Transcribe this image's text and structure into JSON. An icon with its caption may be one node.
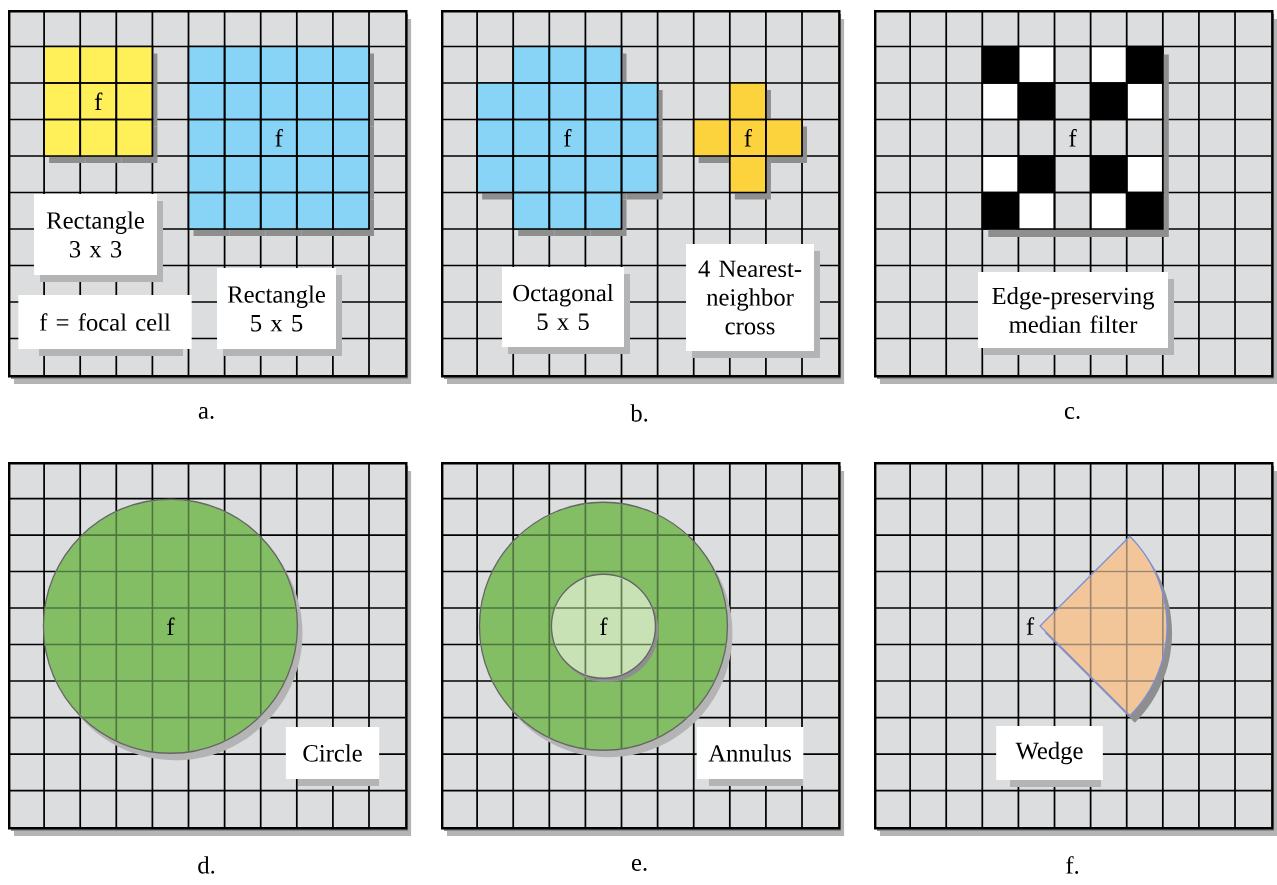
{
  "diagram": {
    "nodes": [
      {
        "text": [],
        "shape": "grid",
        "beside": [
          "a."
        ]
      },
      {
        "text": [
          "f"
        ],
        "in": 0
      },
      {
        "text": [
          "f"
        ],
        "in": 0
      },
      {
        "text": [
          "Rectangle 3 x 3"
        ],
        "in": 0
      },
      {
        "text": [
          "f = focal cell"
        ],
        "in": 0
      },
      {
        "text": [
          "Rectangle 5 x 5"
        ],
        "in": 0
      },
      {
        "text": [],
        "shape": "grid",
        "beside": [
          "b."
        ]
      },
      {
        "text": [
          "f"
        ],
        "in": 6
      },
      {
        "text": [
          "f"
        ],
        "in": 6
      },
      {
        "text": [
          "Octagonal 5 x 5"
        ],
        "in": 6
      },
      {
        "text": [
          "4 Nearest-neighbor cross"
        ],
        "in": 6
      },
      {
        "text": [],
        "shape": "grid",
        "beside": [
          "c."
        ]
      },
      {
        "text": [
          "f"
        ],
        "in": 11
      },
      {
        "text": [
          "Edge-preserving median filter"
        ],
        "in": 11
      },
      {
        "text": [],
        "shape": "grid",
        "beside": [
          "d."
        ]
      },
      {
        "text": [
          "f"
        ],
        "in": 14
      },
      {
        "text": [
          "Circle"
        ],
        "in": 14
      },
      {
        "text": [],
        "shape": "grid",
        "beside": [
          "e."
        ]
      },
      {
        "text": [
          "f"
        ],
        "in": 17
      },
      {
        "text": [
          "Annulus"
        ],
        "in": 17
      },
      {
        "text": [],
        "shape": "grid",
        "beside": [
          "f."
        ]
      },
      {
        "text": [],
        "shape": "wedge",
        "in": 20,
        "beside": [
          "f"
        ]
      },
      {
        "text": [
          "Wedge"
        ],
        "in": 20
      }
    ]
  }
}
